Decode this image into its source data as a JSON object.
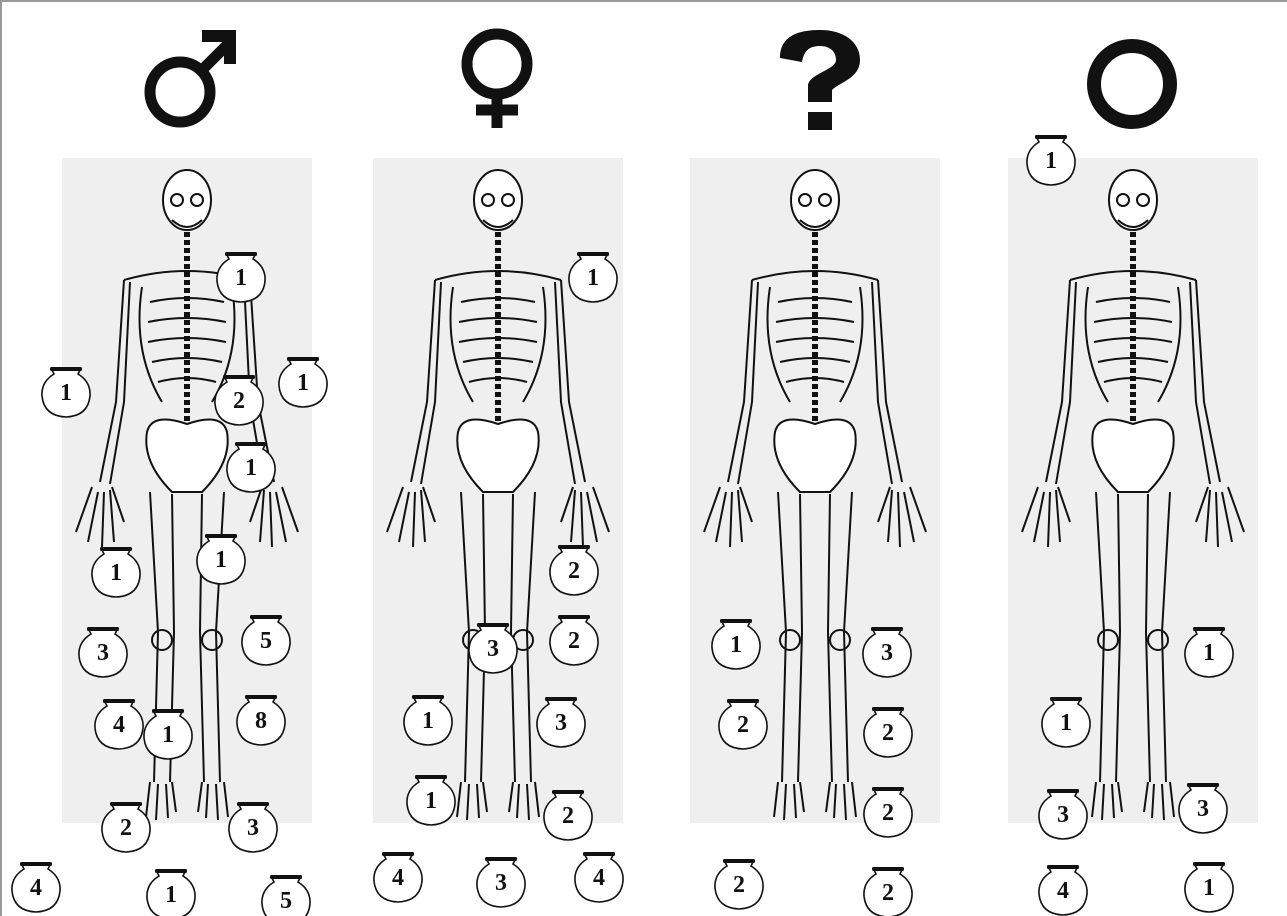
{
  "colors": {
    "ink": "#111111",
    "panel": "#efefef",
    "vessel_fill": "#ffffff",
    "border": "#9a9a9a"
  },
  "groups": [
    {
      "symbol": "male-symbol-icon",
      "counts": [
        "1",
        "1",
        "2",
        "1",
        "1",
        "1",
        "1",
        "3",
        "5",
        "4",
        "1",
        "8",
        "2",
        "3",
        "4",
        "1",
        "5"
      ]
    },
    {
      "symbol": "female-symbol-icon",
      "counts": [
        "1",
        "2",
        "3",
        "2",
        "1",
        "3",
        "1",
        "2",
        "4",
        "3",
        "4"
      ]
    },
    {
      "symbol": "question-mark-icon",
      "counts": [
        "1",
        "3",
        "2",
        "2",
        "2",
        "2",
        "2"
      ]
    },
    {
      "symbol": "circle-symbol-icon",
      "counts": [
        "1",
        "1",
        "1",
        "3",
        "3",
        "4",
        "1"
      ]
    }
  ]
}
